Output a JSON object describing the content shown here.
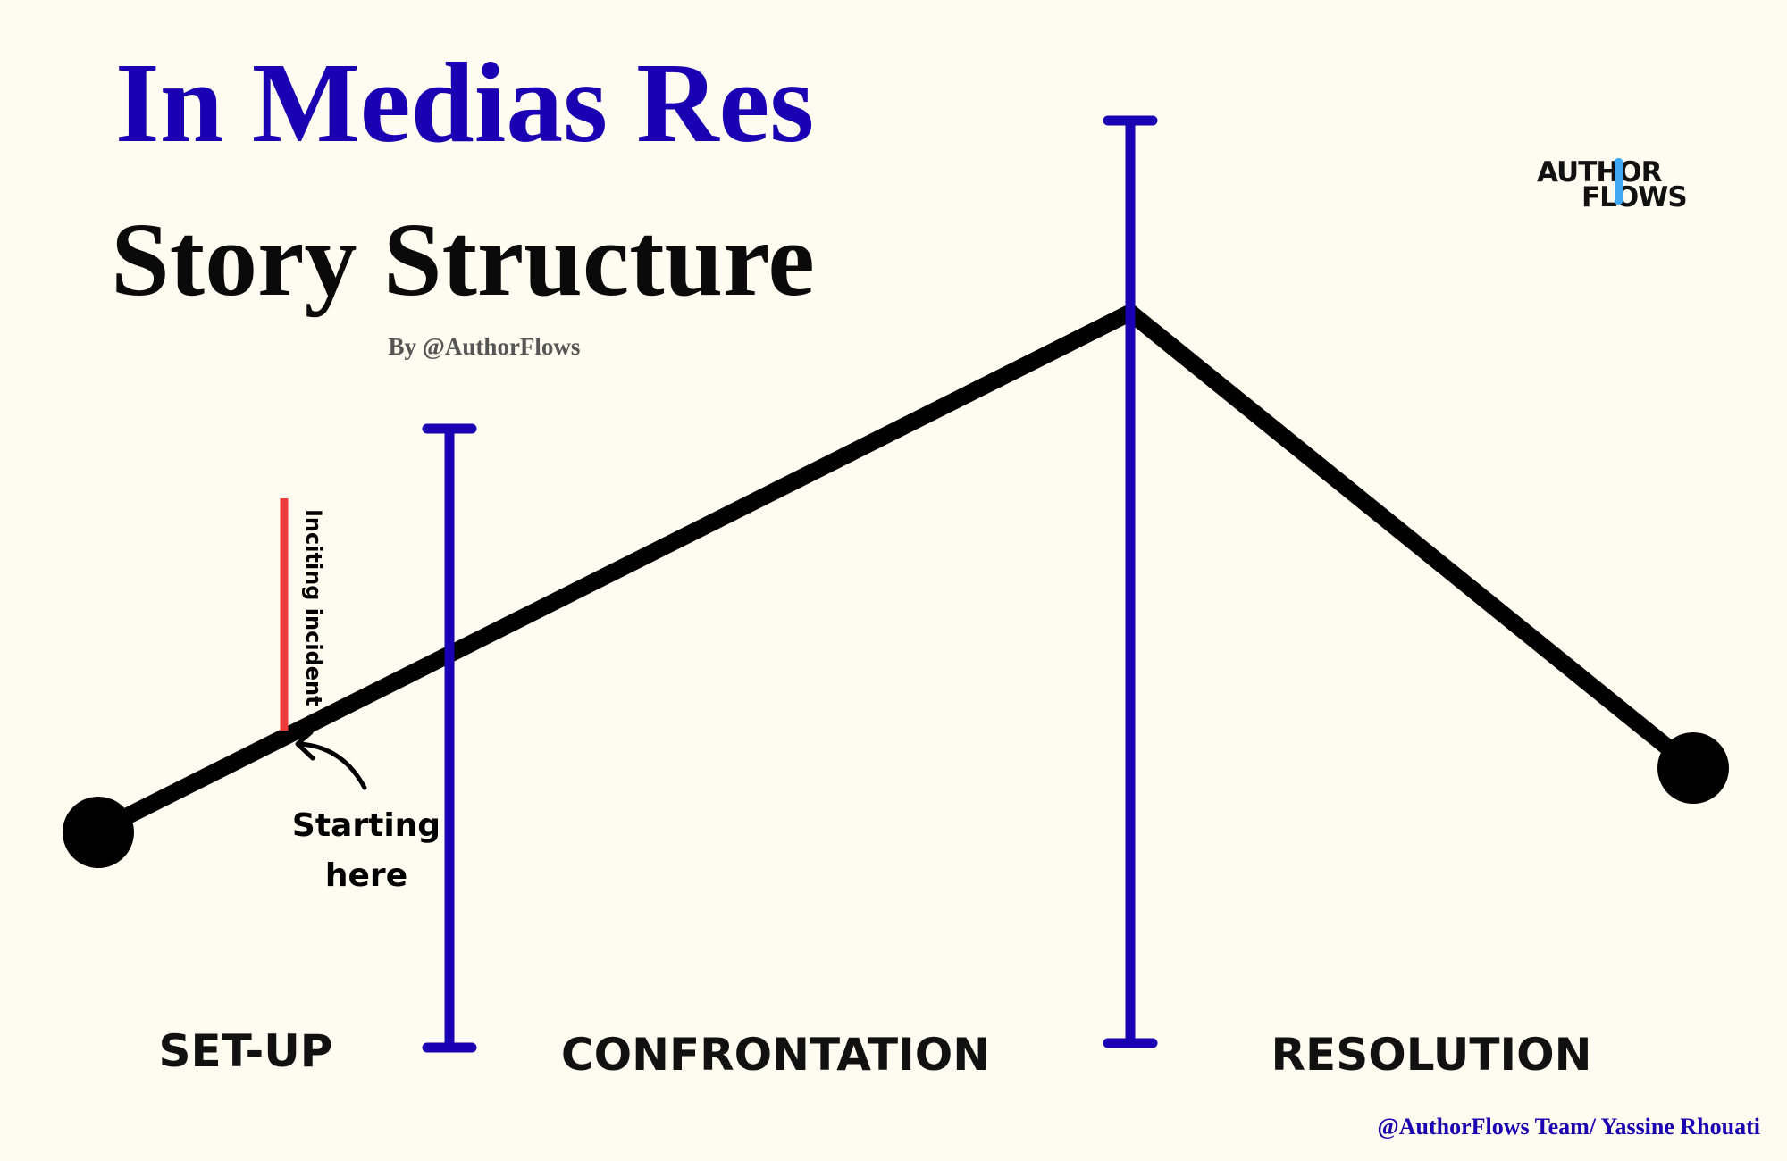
{
  "title": {
    "main": "In Medias Res",
    "sub": "Story Structure",
    "byline": "By @AuthorFlows"
  },
  "logo": {
    "line1": "AUTHOR",
    "line2": "FLOWS"
  },
  "annotations": {
    "inciting_incident": "Inciting incident",
    "starting_line1": "Starting",
    "starting_line2": "here"
  },
  "sections": {
    "setup": "SET-UP",
    "confrontation": "CONFRONTATION",
    "resolution": "RESOLUTION"
  },
  "credit": "@AuthorFlows Team/ Yassine Rhouati",
  "colors": {
    "background": "#FEFBF0",
    "title_blue": "#1A00B2",
    "divider_blue": "#1A00B2",
    "arc_black": "#000000",
    "inciting_red": "#EE3B3B",
    "logo_cyan": "#3FA9F5",
    "byline_gray": "#555555"
  }
}
